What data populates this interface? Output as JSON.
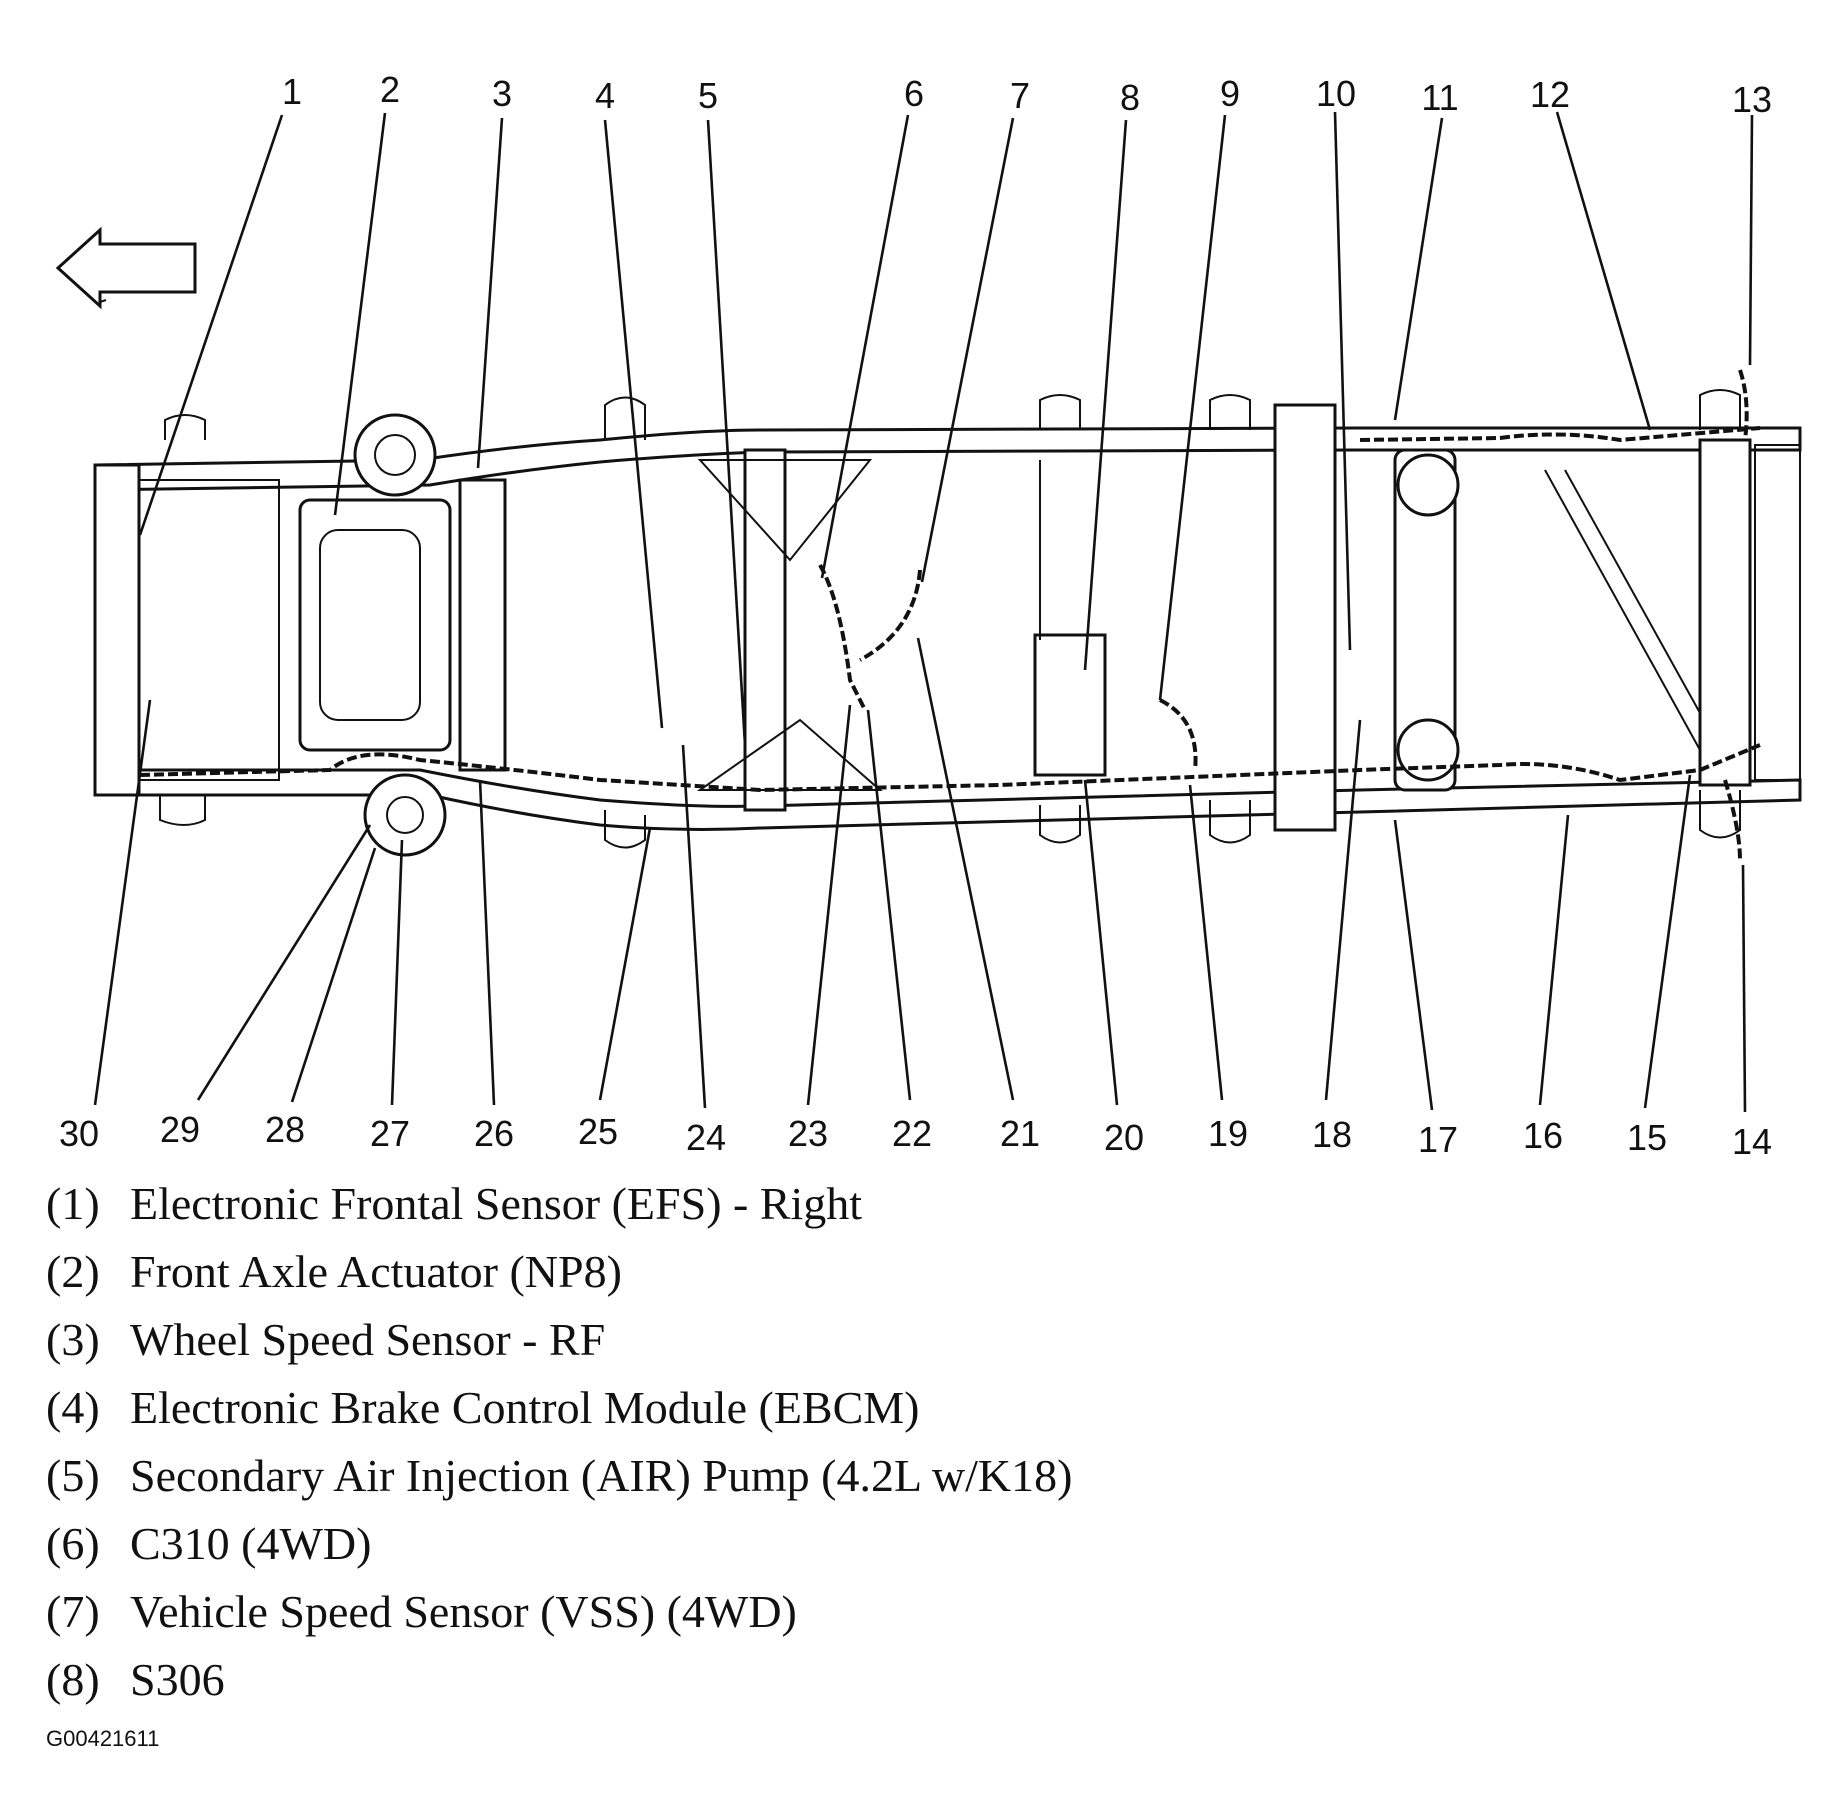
{
  "callouts_top": [
    "1",
    "2",
    "3",
    "4",
    "5",
    "6",
    "7",
    "8",
    "9",
    "10",
    "11",
    "12",
    "13"
  ],
  "callouts_bottom": [
    "30",
    "29",
    "28",
    "27",
    "26",
    "25",
    "24",
    "23",
    "22",
    "21",
    "20",
    "19",
    "18",
    "17",
    "16",
    "15",
    "14"
  ],
  "legend": [
    {
      "num": "(1)",
      "text": "Electronic Frontal Sensor (EFS) - Right"
    },
    {
      "num": "(2)",
      "text": "Front Axle Actuator (NP8)"
    },
    {
      "num": "(3)",
      "text": "Wheel Speed Sensor - RF"
    },
    {
      "num": "(4)",
      "text": "Electronic Brake Control Module (EBCM)"
    },
    {
      "num": "(5)",
      "text": "Secondary Air Injection (AIR) Pump (4.2L w/K18)"
    },
    {
      "num": "(6)",
      "text": "C310 (4WD)"
    },
    {
      "num": "(7)",
      "text": "Vehicle Speed Sensor (VSS) (4WD)"
    },
    {
      "num": "(8)",
      "text": "S306"
    }
  ],
  "figure_id": "G00421611",
  "icons": {
    "direction_arrow": "left-arrow-icon"
  }
}
